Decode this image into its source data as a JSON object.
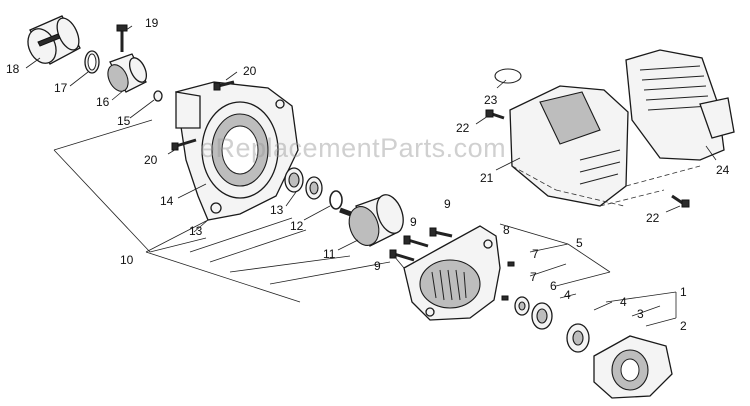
{
  "watermark": "eReplacementParts.com",
  "callouts": {
    "c1": "1",
    "c2": "2",
    "c3": "3",
    "c4a": "4",
    "c4b": "4",
    "c5": "5",
    "c6": "6",
    "c7a": "7",
    "c7b": "7",
    "c8": "8",
    "c9a": "9",
    "c9b": "9",
    "c9c": "9",
    "c10": "10",
    "c11": "11",
    "c12": "12",
    "c13a": "13",
    "c13b": "13",
    "c14": "14",
    "c15": "15",
    "c16": "16",
    "c17": "17",
    "c18": "18",
    "c19": "19",
    "c20a": "20",
    "c20b": "20",
    "c21": "21",
    "c22a": "22",
    "c22b": "22",
    "c23": "23",
    "c24": "24"
  }
}
